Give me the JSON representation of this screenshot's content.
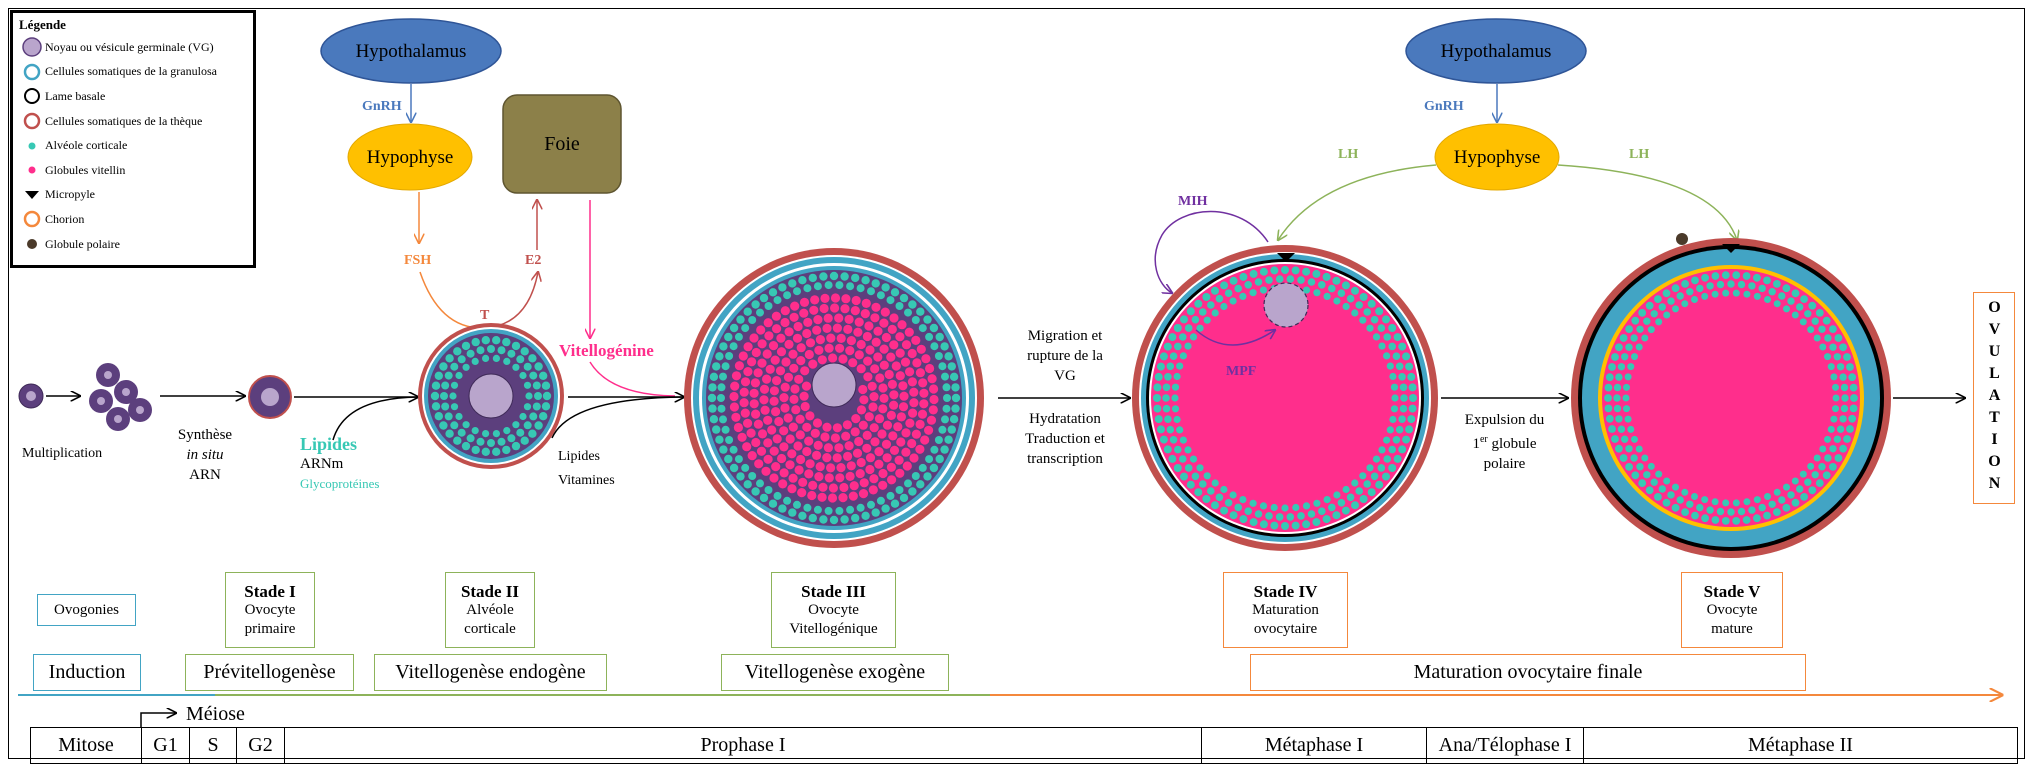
{
  "legend": {
    "title": "Légende",
    "items": [
      {
        "label": "Noyau ou vésicule germinale (VG)",
        "symbol": "filled-circle-purple"
      },
      {
        "label": "Cellules somatiques de la granulosa",
        "symbol": "ring-blue"
      },
      {
        "label": "Lame basale",
        "symbol": "ring-black"
      },
      {
        "label": "Cellules somatiques de la thèque",
        "symbol": "ring-red"
      },
      {
        "label": "Alvéole corticale",
        "symbol": "dot-teal"
      },
      {
        "label": "Globules vitellin",
        "symbol": "dot-pink"
      },
      {
        "label": "Micropyle",
        "symbol": "triangle-black"
      },
      {
        "label": "Chorion",
        "symbol": "ring-orange"
      },
      {
        "label": "Globule polaire",
        "symbol": "dot-brown"
      }
    ]
  },
  "hormones": {
    "hypothalamus_left": "Hypothalamus",
    "hypothalamus_right": "Hypothalamus",
    "hypophyse_left": "Hypophyse",
    "hypophyse_right": "Hypophyse",
    "foie": "Foie",
    "gnrh_left": "GnRH",
    "gnrh_right": "GnRH",
    "fsh": "FSH",
    "e2": "E2",
    "t": "T",
    "vitellogenine": "Vitellogénine",
    "lh_left": "LH",
    "lh_right": "LH",
    "mih": "MIH",
    "mpf": "MPF"
  },
  "process_labels": {
    "multiplication": "Multiplication",
    "synthese_line1": "Synthèse",
    "synthese_line2": "in situ",
    "synthese_line3": "ARN",
    "lipides": "Lipides",
    "arnm": "ARNm",
    "glycoproteines": "Glycoprotéines",
    "lipides2": "Lipides",
    "vitamines": "Vitamines",
    "migration_1": "Migration et",
    "migration_2": "rupture de la",
    "migration_3": "VG",
    "hydratation": "Hydratation",
    "traduction": "Traduction et",
    "transcription": "transcription",
    "expulsion_1": "Expulsion du",
    "expulsion_2": "1",
    "expulsion_sup": "er",
    "expulsion_3": "globule",
    "expulsion_4": "polaire",
    "ovulation": "OVULATION"
  },
  "stages": [
    {
      "title": "",
      "sub1": "Ovogonies",
      "sub2": ""
    },
    {
      "title": "Stade I",
      "sub1": "Ovocyte",
      "sub2": "primaire"
    },
    {
      "title": "Stade II",
      "sub1": "Alvéole",
      "sub2": "corticale"
    },
    {
      "title": "Stade III",
      "sub1": "Ovocyte",
      "sub2": "Vitellogénique"
    },
    {
      "title": "Stade IV",
      "sub1": "Maturation",
      "sub2": "ovocytaire"
    },
    {
      "title": "Stade V",
      "sub1": "Ovocyte",
      "sub2": "mature"
    }
  ],
  "phases": [
    "Induction",
    "Prévitellogenèse",
    "Vitellogenèse endogène",
    "Vitellogenèse exogène",
    "Maturation ovocytaire finale"
  ],
  "meiose_label": "Méiose",
  "meiosis_table": [
    "Mitose",
    "G1",
    "S",
    "G2",
    "Prophase I",
    "Métaphase I",
    "Ana/Télophase I",
    "Métaphase II"
  ],
  "colors": {
    "hypothalamus": "#4a79bd",
    "hypophyse": "#ffc000",
    "foie": "#8c8049",
    "teal": "#37c8b4",
    "pink": "#ff2e8c",
    "purple": "#5c3f7d",
    "nucleus": "#b9a5cc",
    "blue_ring": "#42a4c4",
    "theca": "#c0504d",
    "orange": "#f4883c",
    "green": "#8db35a",
    "violet_text": "#7030a0"
  }
}
